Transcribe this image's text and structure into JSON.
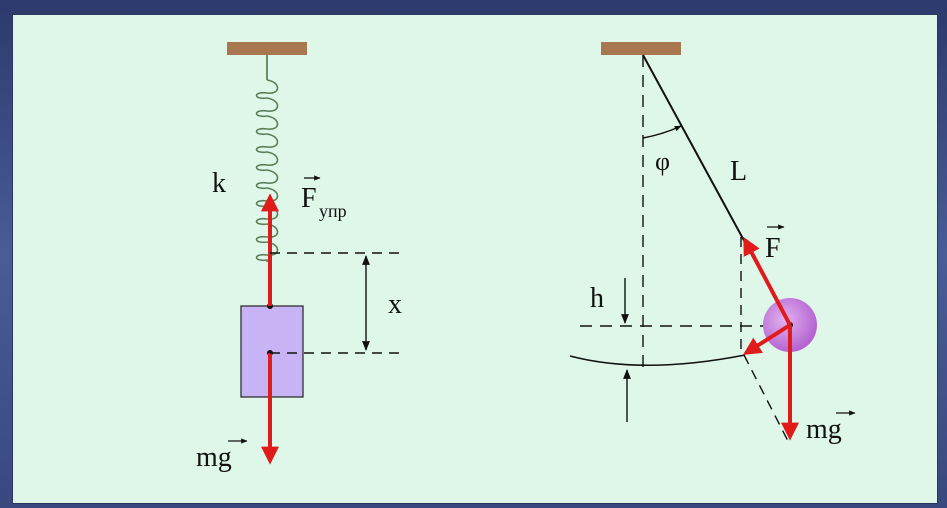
{
  "colors": {
    "panel_background": "#dff7e8",
    "frame": "#3e4f87",
    "force_arrow": "#e01b1b",
    "block_fill": "#c8b4f4",
    "ball_fill": "#c07ad8",
    "support": "#a9774f",
    "spring": "#3f6d3f"
  },
  "spring_system": {
    "stiffness_label": "k",
    "elastic_force_label": "F",
    "elastic_force_subscript": "упр",
    "extension_label": "x",
    "gravity_label": "mg"
  },
  "pendulum_system": {
    "angle_label": "φ",
    "length_label": "L",
    "force_label": "F",
    "height_label": "h",
    "gravity_label": "mg"
  }
}
